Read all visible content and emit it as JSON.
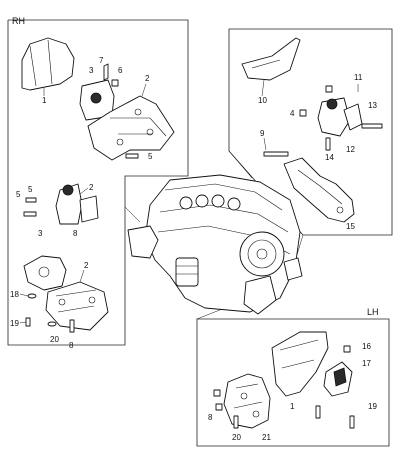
{
  "panels": {
    "rh": {
      "title": "RH"
    },
    "lh": {
      "title": "LH"
    }
  },
  "callouts": {
    "rh_top": [
      "1",
      "7",
      "3",
      "6",
      "2",
      "5"
    ],
    "rh_bottom": [
      "5",
      "2",
      "5",
      "3",
      "8",
      "2",
      "18",
      "19",
      "20",
      "8"
    ],
    "rear": [
      "10",
      "11",
      "4",
      "13",
      "9",
      "14",
      "12",
      "15"
    ],
    "lh": [
      "16",
      "17",
      "1",
      "8",
      "20",
      "21",
      "19"
    ]
  }
}
